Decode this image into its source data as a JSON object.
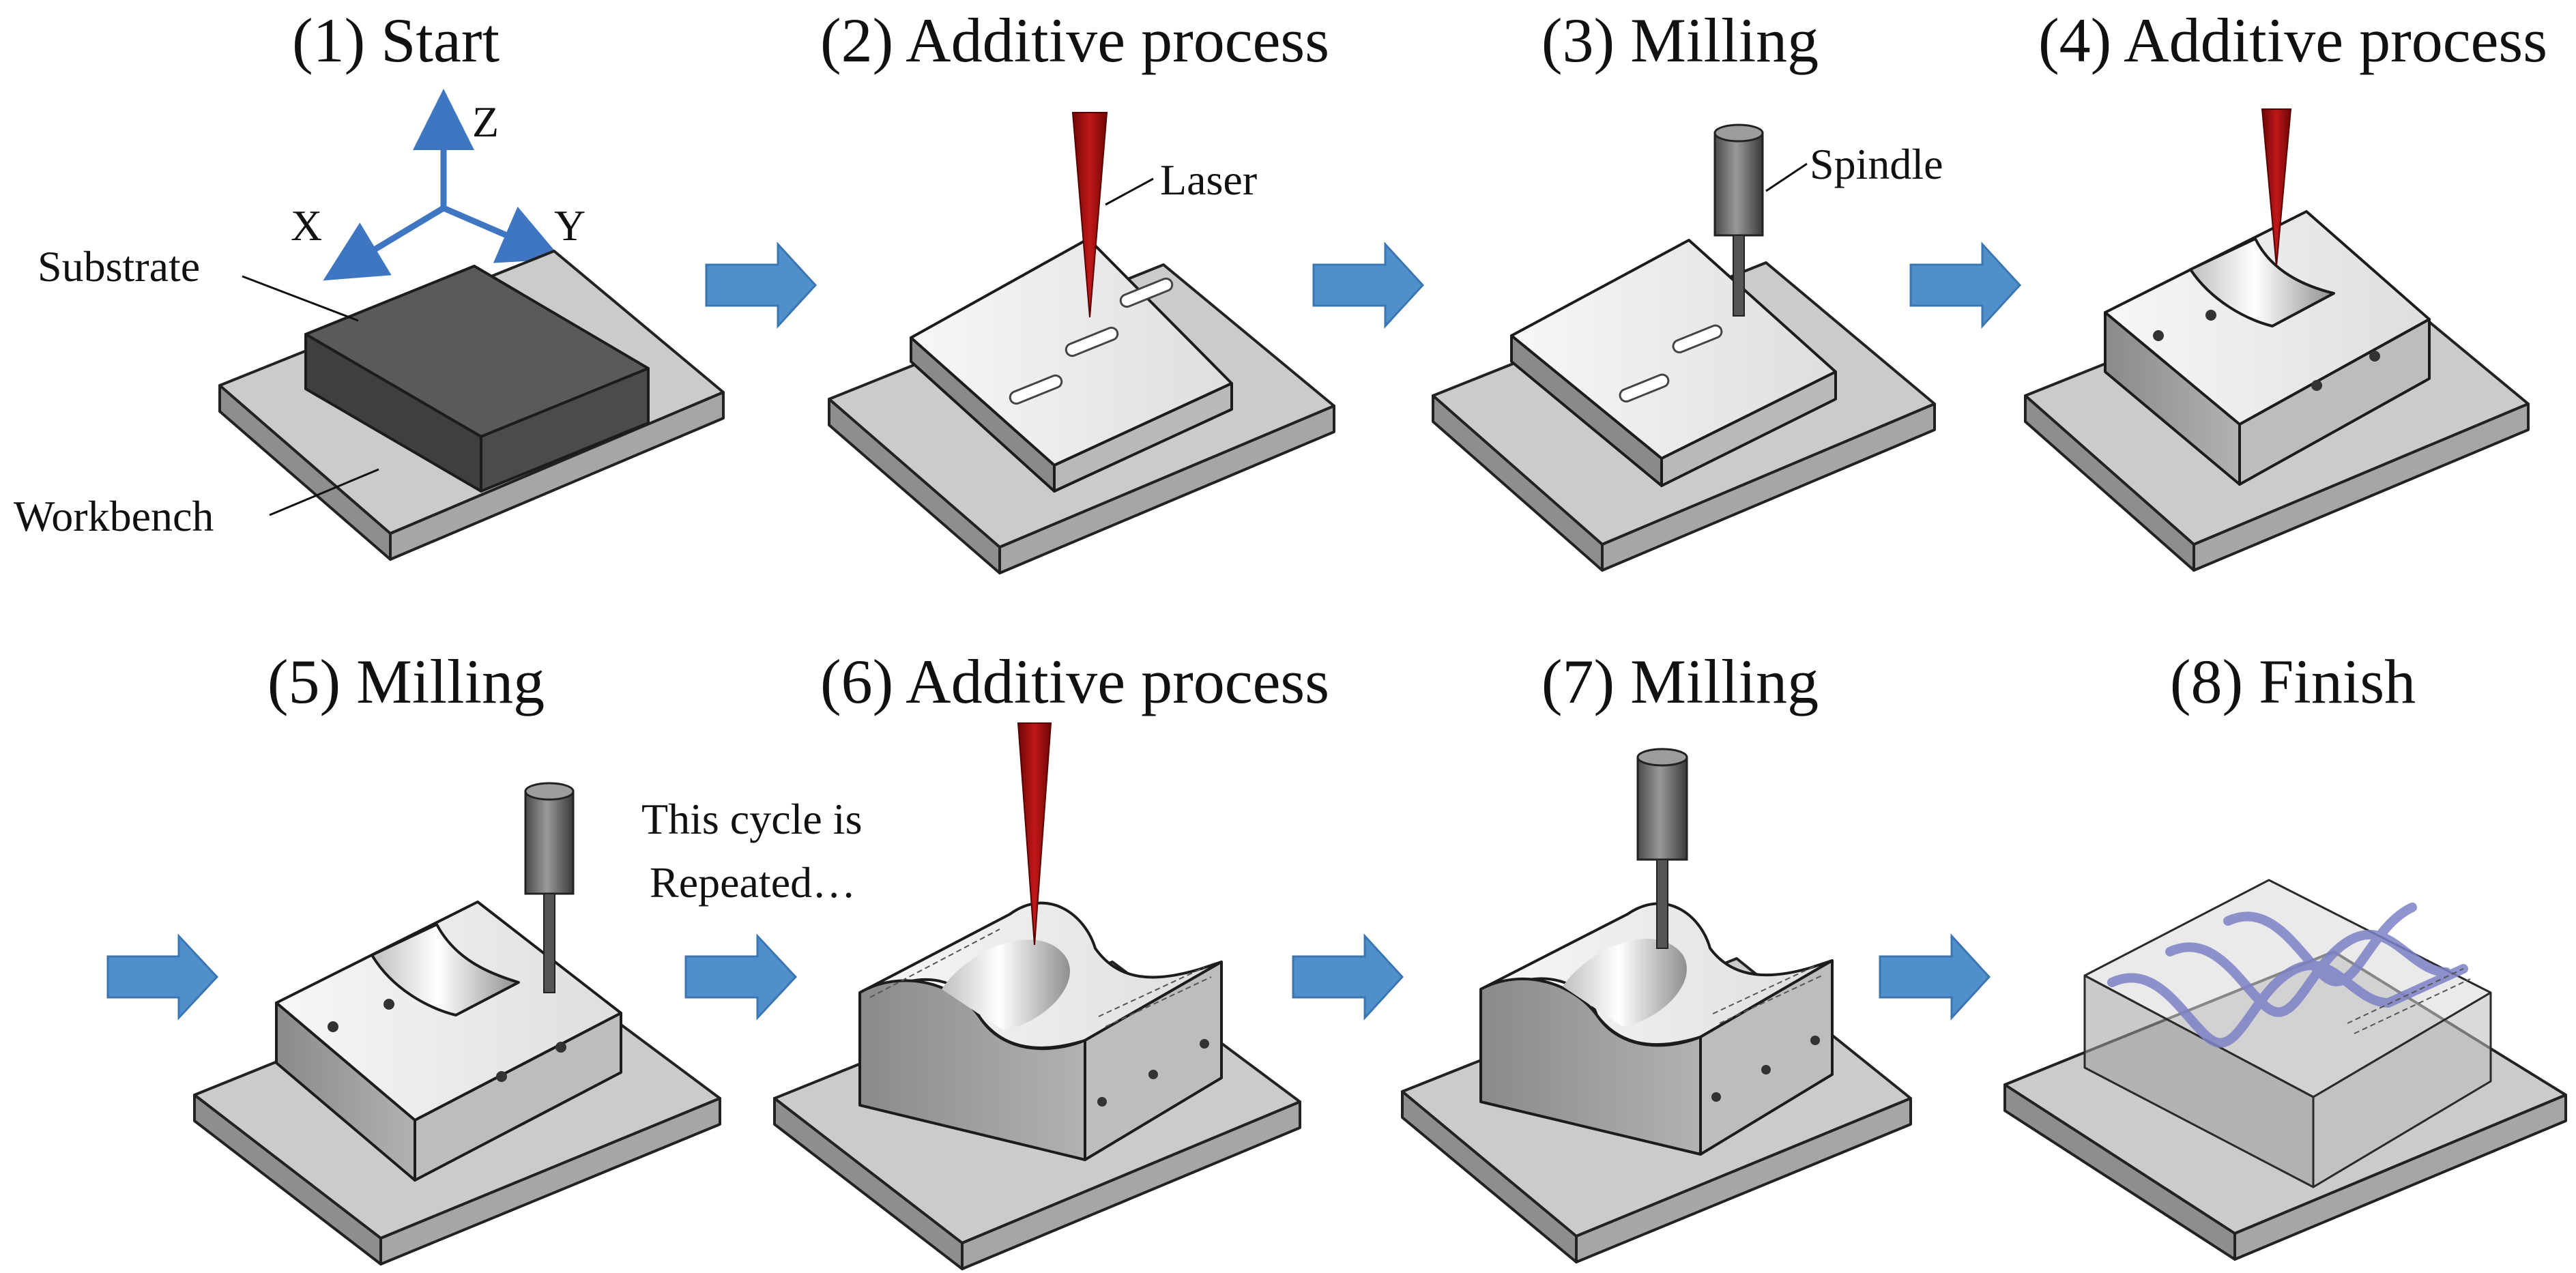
{
  "steps": [
    {
      "label": "(1) Start"
    },
    {
      "label": "(2) Additive process"
    },
    {
      "label": "(3) Milling"
    },
    {
      "label": "(4) Additive process"
    },
    {
      "label": "(5) Milling"
    },
    {
      "label": "(6) Additive process"
    },
    {
      "label": "(7) Milling"
    },
    {
      "label": "(8) Finish"
    }
  ],
  "labels": {
    "substrate": "Substrate",
    "workbench": "Workbench",
    "laser": "Laser",
    "spindle": "Spindle",
    "cycle_line1": "This cycle is",
    "cycle_line2": "Repeated…"
  },
  "axes": {
    "x": "X",
    "y": "Y",
    "z": "Z"
  },
  "colors": {
    "arrow": "#4f8fcc",
    "laser": "#9b1010",
    "axis": "#3f76c2",
    "workbench": "#c9c9c9",
    "substrate": "#555555",
    "part": "#e9e9e9",
    "spindle": "#6b6b6b",
    "channel": "#7d82c6"
  }
}
